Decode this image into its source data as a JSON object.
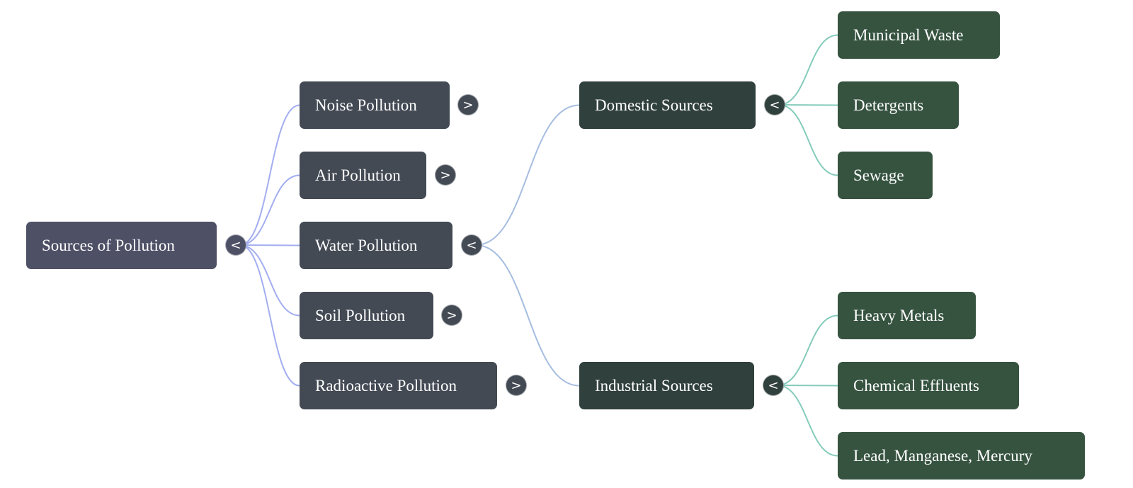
{
  "mindmap": {
    "colors": {
      "root_fill": "#4e5066",
      "level1_fill": "#434a54",
      "level2_fill": "#30403d",
      "level3_fill": "#365340",
      "toggle_root": "#4e5066",
      "toggle_level1": "#434a54",
      "toggle_level2": "#30403d",
      "link_level1": "#a3aef0",
      "link_level2": "#a6bde0",
      "link_level3": "#85cbbb"
    },
    "root": {
      "label": "Sources of Pollution",
      "toggle": "<",
      "expanded": true
    },
    "level1": [
      {
        "label": "Noise Pollution",
        "toggle": ">",
        "expanded": false
      },
      {
        "label": "Air Pollution",
        "toggle": ">",
        "expanded": false
      },
      {
        "label": "Water Pollution",
        "toggle": "<",
        "expanded": true
      },
      {
        "label": "Soil Pollution",
        "toggle": ">",
        "expanded": false
      },
      {
        "label": "Radioactive Pollution",
        "toggle": ">",
        "expanded": false
      }
    ],
    "level2": [
      {
        "label": "Domestic Sources",
        "toggle": "<",
        "expanded": true,
        "parent": "Water Pollution"
      },
      {
        "label": "Industrial Sources",
        "toggle": "<",
        "expanded": true,
        "parent": "Water Pollution"
      }
    ],
    "level3": [
      {
        "label": "Municipal Waste",
        "parent": "Domestic Sources"
      },
      {
        "label": "Detergents",
        "parent": "Domestic Sources"
      },
      {
        "label": "Sewage",
        "parent": "Domestic Sources"
      },
      {
        "label": "Heavy Metals",
        "parent": "Industrial Sources"
      },
      {
        "label": "Chemical Effluents",
        "parent": "Industrial Sources"
      },
      {
        "label": "Lead, Manganese, Mercury",
        "parent": "Industrial Sources"
      }
    ]
  }
}
